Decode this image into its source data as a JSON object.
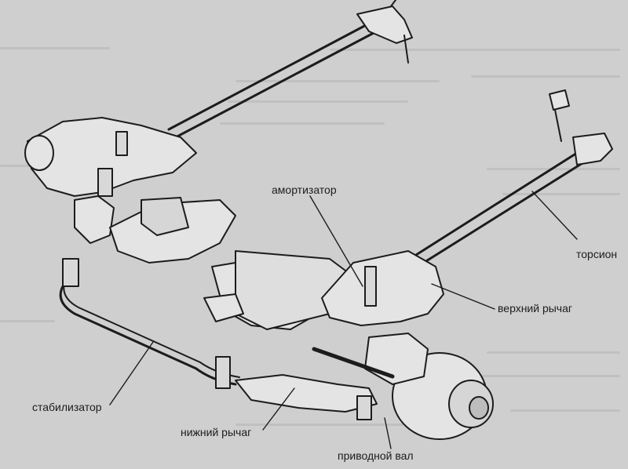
{
  "labels": {
    "shock_absorber": "амортизатор",
    "torsion_bar": "торсион",
    "upper_arm": "верхний рычаг",
    "stabilizer": "стабилизатор",
    "lower_arm": "нижний рычаг",
    "drive_shaft": "приводной вал"
  },
  "colors": {
    "paper": "#cfcfcf",
    "ink": "#1c1c1c",
    "part_fill": "#e4e4e4",
    "shadow_text": "#b9b9b9"
  }
}
